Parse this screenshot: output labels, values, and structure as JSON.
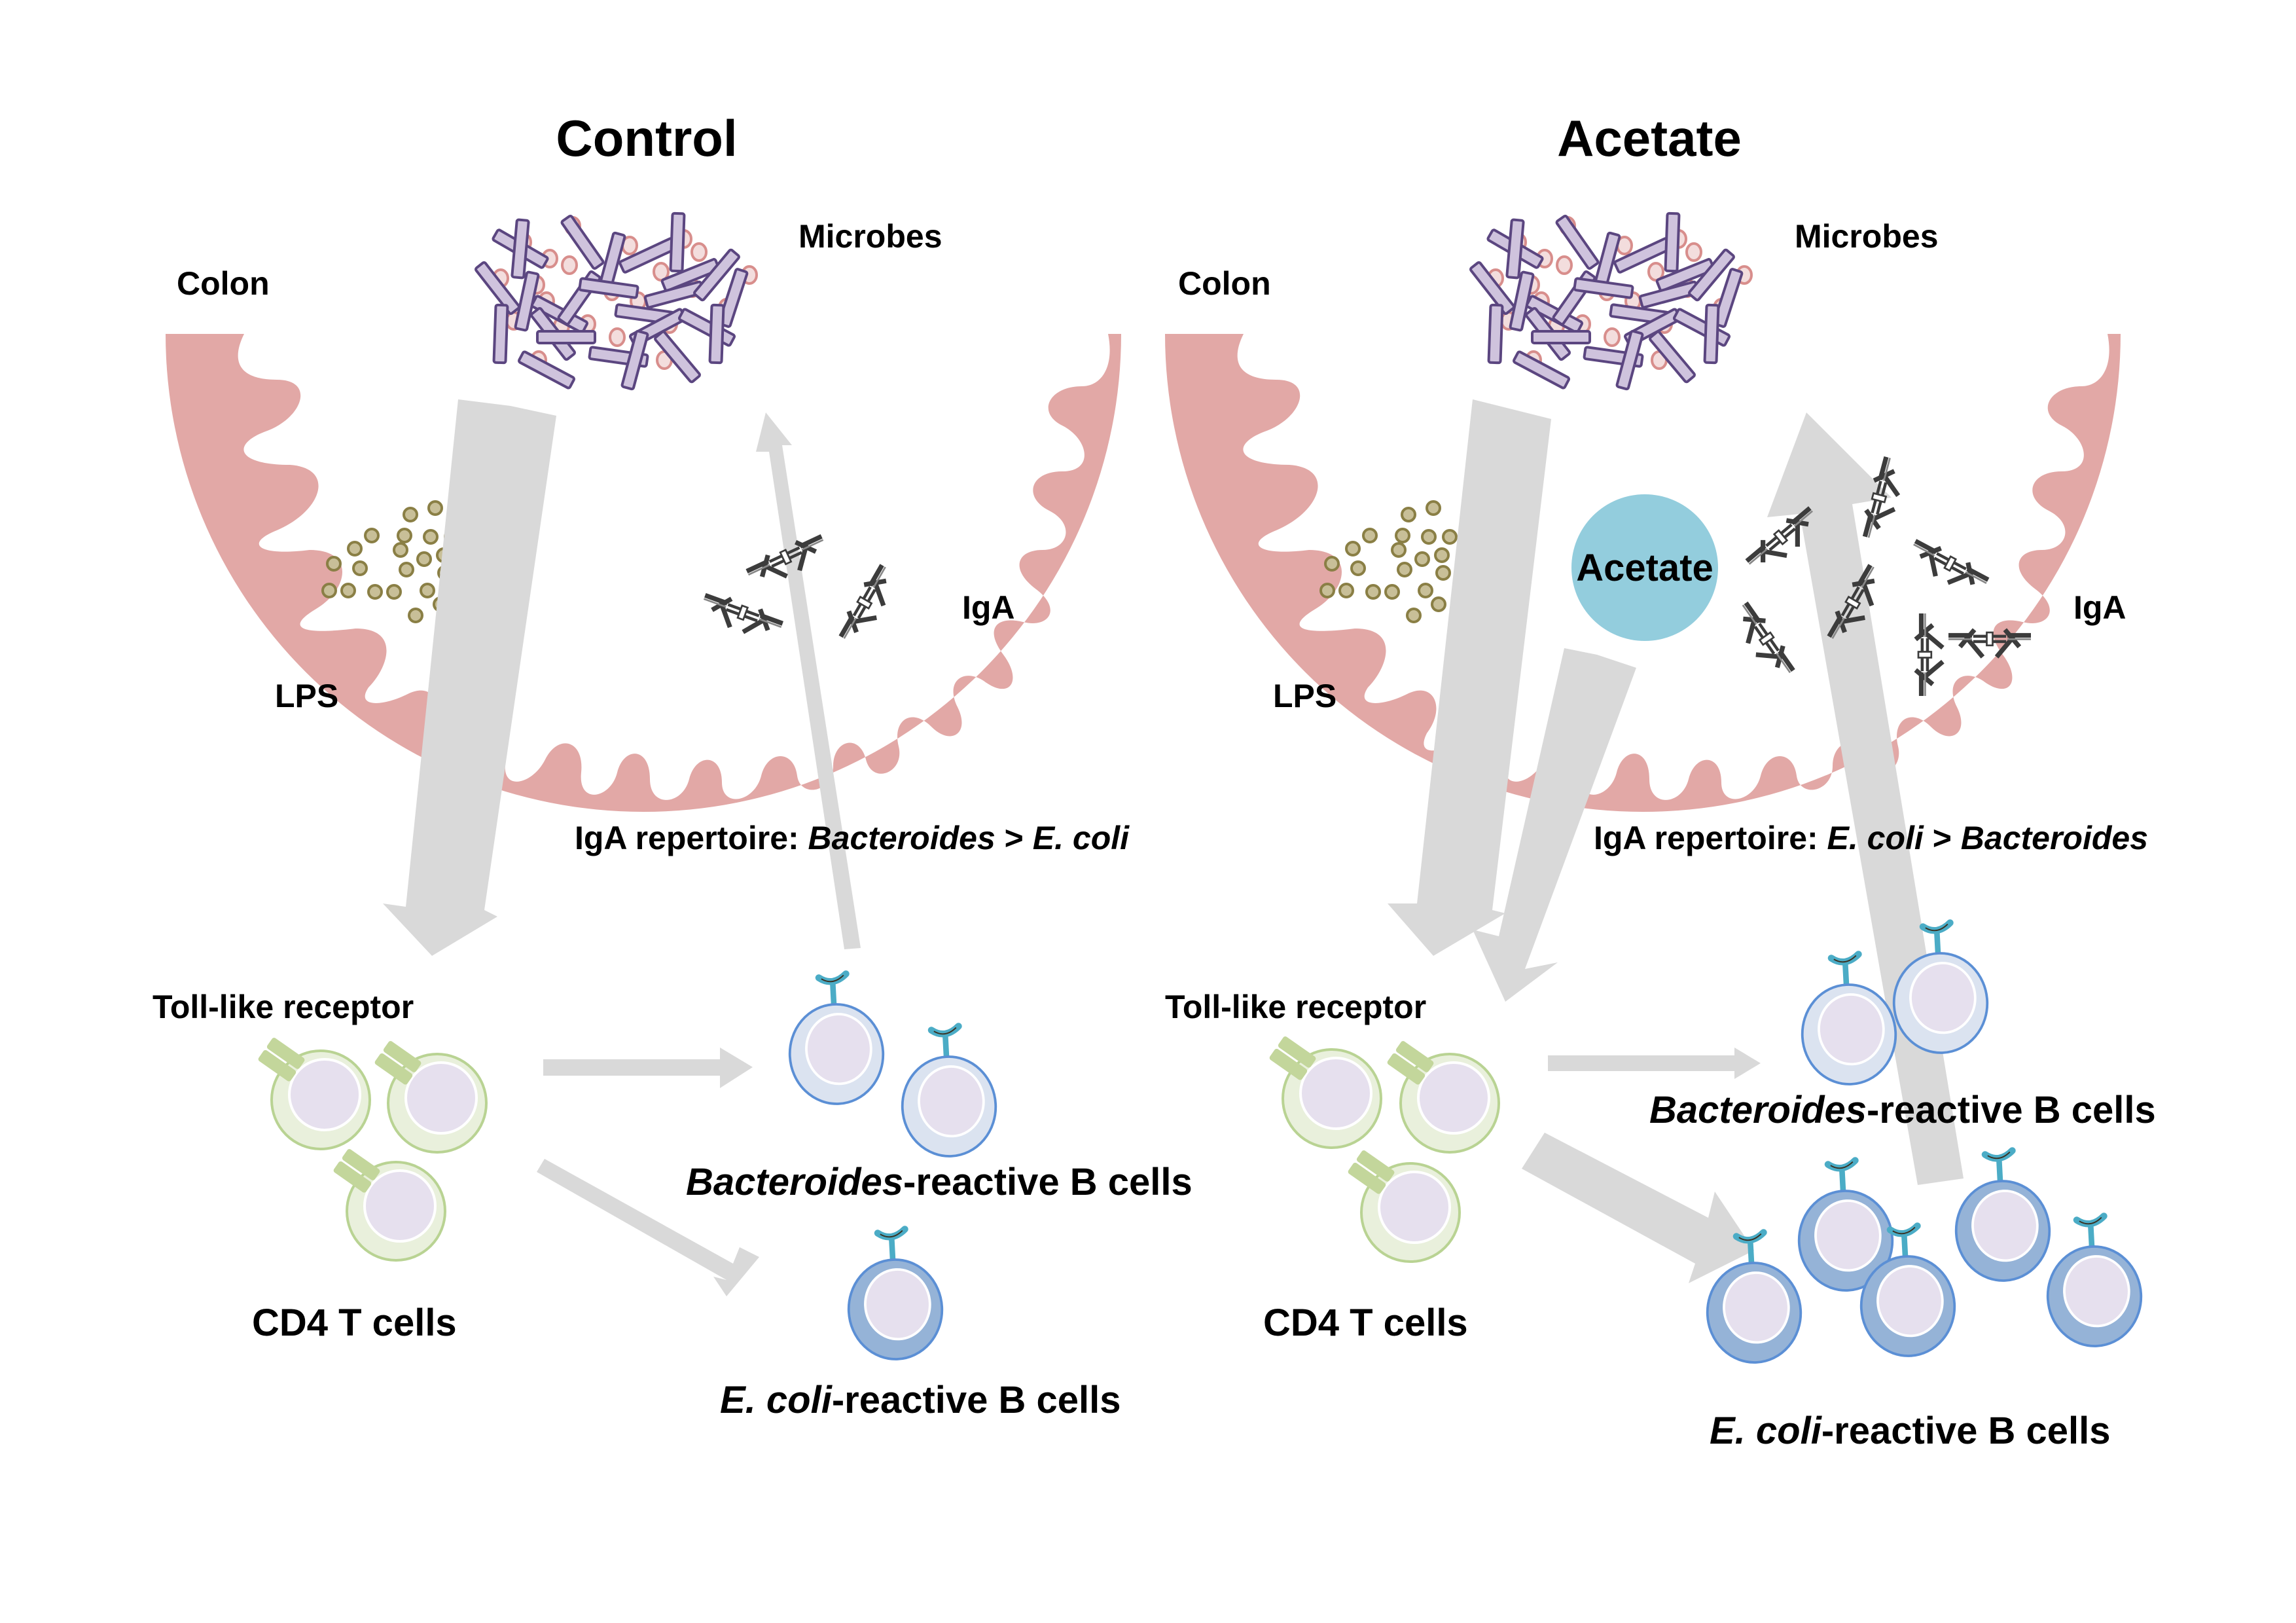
{
  "colors": {
    "colon_tissue": "#e2a8a6",
    "microbe_rod_fill": "#cfc3dd",
    "microbe_rod_stroke": "#5b4680",
    "microbe_cocci_fill": "#f3dddd",
    "microbe_cocci_stroke": "#d88e8c",
    "lps_fill": "#c8bf98",
    "lps_stroke": "#8a7f45",
    "arrow": "#d9d9d9",
    "acetate_circle": "#93cddd",
    "t_cell_outer": "#e9f0dc",
    "t_cell_stroke": "#b9d393",
    "tlr": "#c3d69b",
    "nucleus": "#e6e0ee",
    "b_cell_bacteroides_fill": "#dbe3f0",
    "b_cell_ecoli_fill": "#95b3d7",
    "b_cell_stroke": "#5b8fd5",
    "bcr": "#4bacc6",
    "iga": "#3c3c3c"
  },
  "panels": [
    {
      "id": "control",
      "title": "Control",
      "labels": {
        "colon": "Colon",
        "microbes": "Microbes",
        "lps": "LPS",
        "iga": "IgA",
        "repertoire_prefix": "IgA repertoire: ",
        "repertoire_first": "Bacteroides",
        "repertoire_sep": " > ",
        "repertoire_second": "E. coli",
        "tlr": "Toll-like receptor",
        "t_cells": "CD4 T cells",
        "bacteroides_b_italic": "Bacteroides",
        "bacteroides_b_rest": "-reactive B cells",
        "ecoli_b_italic": "E. coli",
        "ecoli_b_rest": "-reactive B cells"
      },
      "counts": {
        "t_cells": 3,
        "bacteroides_b_cells": 2,
        "ecoli_b_cells": 1,
        "iga_antibodies": 3
      }
    },
    {
      "id": "acetate",
      "title": "Acetate",
      "labels": {
        "colon": "Colon",
        "microbes": "Microbes",
        "lps": "LPS",
        "iga": "IgA",
        "acetate_circle": "Acetate",
        "repertoire_prefix": "IgA repertoire: ",
        "repertoire_first": "E. coli",
        "repertoire_sep": " > ",
        "repertoire_second": "Bacteroides",
        "tlr": "Toll-like receptor",
        "t_cells": "CD4 T cells",
        "bacteroides_b_italic": "Bacteroides",
        "bacteroides_b_rest": "-reactive B cells",
        "ecoli_b_italic": "E. coli",
        "ecoli_b_rest": "-reactive B cells"
      },
      "counts": {
        "t_cells": 3,
        "bacteroides_b_cells": 2,
        "ecoli_b_cells": 5,
        "iga_antibodies": 7
      }
    }
  ]
}
